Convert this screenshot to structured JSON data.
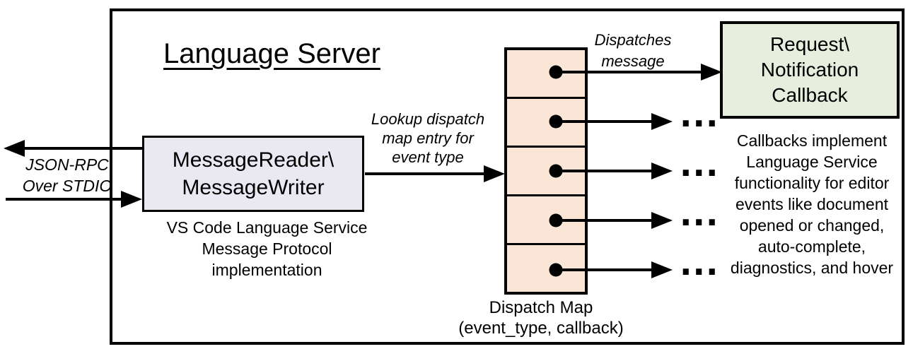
{
  "title": "Language Server",
  "colors": {
    "background": "#ffffff",
    "line": "#000000",
    "reader_fill": "#eae8f1",
    "map_fill": "#fbe5d6",
    "callback_fill": "#e8eede"
  },
  "io": {
    "label": "JSON-RPC\nOver STDIO"
  },
  "reader": {
    "label": "MessageReader\\\nMessageWriter",
    "caption": "VS Code Language Service\nMessage Protocol implementation"
  },
  "lookup_label": "Lookup dispatch\nmap entry for\nevent type",
  "dispatch": {
    "dispatches_label": "Dispatches\nmessage",
    "caption": "Dispatch Map\n(event_type, callback)",
    "ellipsis": "...",
    "row_count": 5
  },
  "callback": {
    "label": "Request\\\nNotification\nCallback",
    "note": "Callbacks implement\nLanguage Service\nfunctionality for editor\nevents like document\nopened or changed,\nauto-complete,\ndiagnostics, and hover"
  }
}
